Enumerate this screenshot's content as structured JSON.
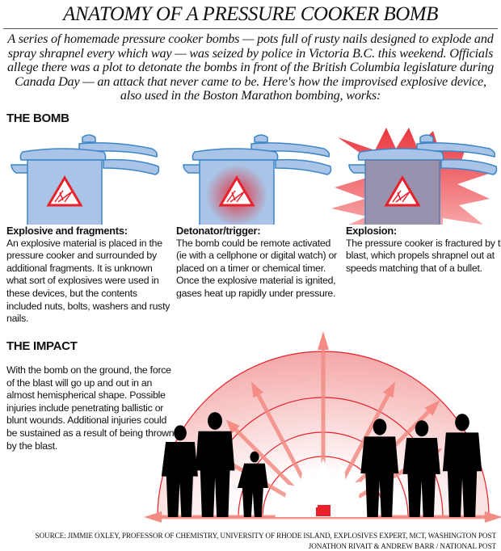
{
  "title": "ANATOMY OF A PRESSURE COOKER BOMB",
  "intro": "A series of homemade pressure cooker bombs — pots full of rusty nails designed to explode and spray shrapnel every which way — was seized by police in Victoria B.C. this weekend. Officials allege there was a plot to detonate the bombs in front of the British Columbia legislature during Canada Day — an attack that never came to be. Here's how the improvised explosive device, also used in the Boston Marathon bombing, works:",
  "bomb_section": {
    "heading": "THE BOMB",
    "steps": [
      {
        "title": "Explosive and fragments:",
        "text": "An explosive material is placed in the pressure cooker and surrounded by additional fragments. It is unknown what sort of explosives were used in these devices, but the contents included nuts, bolts, washers and rusty nails."
      },
      {
        "title": "Detonator/trigger:",
        "text": "The bomb could be remote activated (ie with a cellphone or digital watch) or placed on a timer or chemical timer. Once the explosive material is ignited, gases heat up rapidly under pressure."
      },
      {
        "title": "Explosion:",
        "text": "The pressure cooker is fractured by the blast, which propels shrapnel out at speeds matching that of a bullet."
      }
    ]
  },
  "impact_section": {
    "heading": "THE IMPACT",
    "text": "With the bomb on the ground, the force of the blast will go up and out in an almost hemispherical shape. Possible injuries include penetrating ballistic or blunt wounds. Additional injuries could be sustained as a result of being thrown by the blast."
  },
  "source": "SOURCE: JIMMIE OXLEY, PROFESSOR OF CHEMISTRY, UNIVERSITY OF RHODE ISLAND, EXPLOSIVES EXPERT, MCT, WASHINGTON POST",
  "credit": "JONATHON RIVAIT & ANDREW BARR / NATIONAL POST",
  "colors": {
    "cooker_fill": "#a9c4e6",
    "cooker_stroke": "#3b86c9",
    "blast_red": "#e8202a",
    "arrow": "#f28c84",
    "silhouette": "#000000"
  }
}
